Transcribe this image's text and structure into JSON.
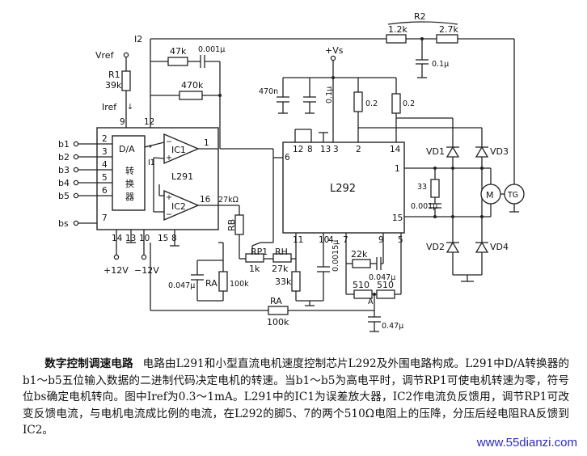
{
  "ic_l291": {
    "name": "L291",
    "dac_line1": "D/A",
    "dac_line2": "转",
    "dac_line3": "换",
    "dac_line4": "器",
    "amp1": "IC1",
    "amp2": "IC2"
  },
  "ic_l292": {
    "name": "L292"
  },
  "inputs": [
    "b1",
    "b2",
    "b3",
    "b4",
    "b5",
    "bs"
  ],
  "l291_pins": {
    "p2": "2",
    "p3": "3",
    "p4": "4",
    "p5": "5",
    "p6": "6",
    "p7": "7",
    "p9": "9",
    "p12": "12",
    "p1": "1",
    "p16": "16",
    "p14": "14",
    "p13": "13",
    "p10": "10",
    "p15": "15",
    "p8": "8"
  },
  "l292_pins": {
    "p6": "6",
    "p12": "12",
    "p8": "8",
    "p13": "13",
    "p3": "3",
    "p2": "2",
    "p14": "14",
    "p1": "1",
    "p15": "15",
    "p11": "11",
    "p10": "10",
    "p4": "4",
    "p7": "7",
    "p9": "9",
    "p5": "5"
  },
  "signals": {
    "vref": "Vref",
    "iref": "Iref",
    "i1": "I1",
    "i2": "I2",
    "vs": "+Vs",
    "v12p": "+12V",
    "v12n": "−12V"
  },
  "components": {
    "r1": "R1",
    "r1_val": "39k",
    "r47k": "47k",
    "c_001": "0.001μ",
    "r470k": "470k",
    "r2": "R2",
    "r2a": "1.2k",
    "r2b": "2.7k",
    "c01": "0.1μ",
    "c470n": "470n",
    "c01b": "0.1μ",
    "r02a": "0.2",
    "r02b": "0.2",
    "vd1": "VD1",
    "vd2": "VD2",
    "vd3": "VD3",
    "vd4": "VD4",
    "r33": "33",
    "c_snub": "0.001μ",
    "motor": "M",
    "tg": "TG",
    "r27k_top": "27kΩ",
    "rb": "RB",
    "rp1": "RP1",
    "rp1_val": "1k",
    "rh": "RH",
    "rh_val": "27k",
    "r33k": "33k",
    "c0015": "0.0015μ",
    "r22k": "22k",
    "c0047b": "0.047μ",
    "r510a": "510",
    "r510b": "510",
    "c0047": "0.047μ",
    "ra1": "RA",
    "ra1_val": "100k",
    "ra2": "RA",
    "ra2_val": "100k",
    "c047": "0.47μ"
  },
  "caption": {
    "title": "数字控制调速电路",
    "text": "电路由L291和小型直流电机速度控制芯片L292及外围电路构成。L291中D/A转换器的b1～b5五位输入数据的二进制代码决定电机的转速。当b1～b5为高电平时，调节RP1可使电机转速为零，符号位bs确定电机转向。图中Iref为0.3～1mA。L291中的IC1为误差放大器，IC2作电流负反馈用，调节RP1可改变反馈电流，与电机电流成比例的电流，在L292的脚5、7的两个510Ω电阻上的压降，分压后经电阻RA反馈到IC2。"
  },
  "watermark": "www.55dianzi.com"
}
